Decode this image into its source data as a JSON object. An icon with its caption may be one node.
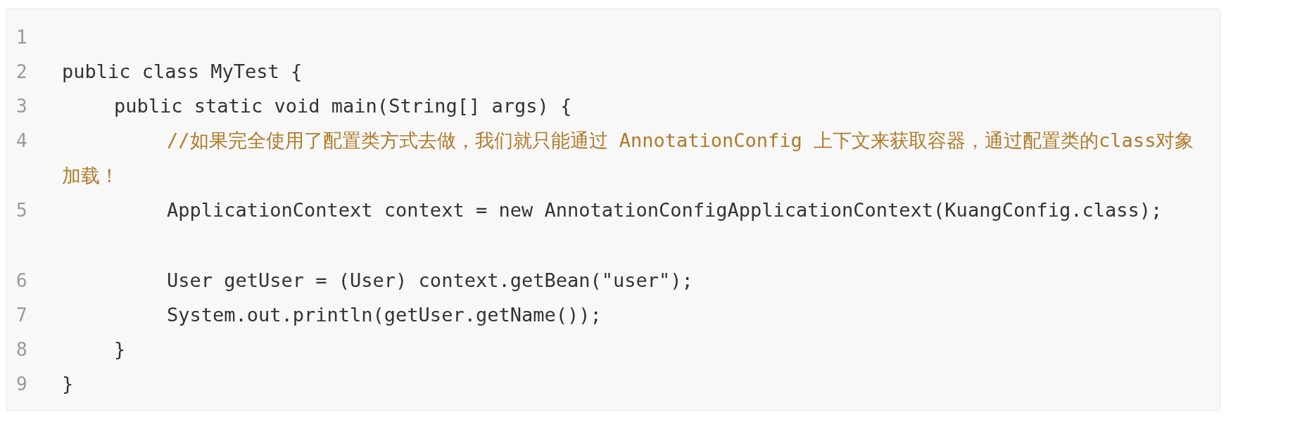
{
  "diagram": {
    "labels": [
      "1",
      "2",
      "public class MyTest {",
      "3",
      "public static void main(String[] args) {",
      "4",
      "//如果完全使用了配置类方式去做，我们就只能通过 AnnotationConfig 上下文来获取容器，通过配置类的class对象加载！",
      "5",
      "ApplicationContext context = new AnnotationConfigApplicationContext(KuangConfig.class);",
      "6",
      "User getUser = (User) context.getBean(\"user\");",
      "7",
      "System.out.println(getUser.getName());",
      "8",
      "}",
      "9",
      "}"
    ]
  }
}
